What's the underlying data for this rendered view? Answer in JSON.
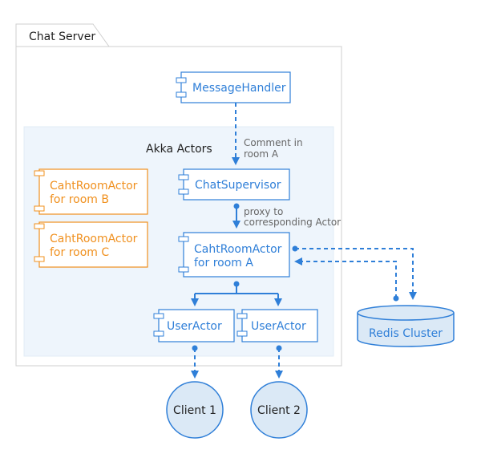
{
  "package": {
    "title": "Chat Server"
  },
  "region": {
    "title": "Akka Actors"
  },
  "components": {
    "message_handler": {
      "label": "MessageHandler"
    },
    "chat_supervisor": {
      "label": "ChatSupervisor"
    },
    "room_b": {
      "line1": "CahtRoomActor",
      "line2": "for room B"
    },
    "room_c": {
      "line1": "CahtRoomActor",
      "line2": "for room C"
    },
    "room_a": {
      "line1": "CahtRoomActor",
      "line2": "for room A"
    },
    "user_actor_1": {
      "label": "UserActor"
    },
    "user_actor_2": {
      "label": "UserActor"
    }
  },
  "nodes": {
    "client_1": {
      "label": "Client 1"
    },
    "client_2": {
      "label": "Client 2"
    },
    "redis": {
      "label": "Redis Cluster"
    }
  },
  "edge_labels": {
    "comment": {
      "line1": "Comment in",
      "line2": "room A"
    },
    "proxy": {
      "line1": "proxy to",
      "line2": "corresponding Actor"
    }
  },
  "colors": {
    "blue": "#2f7fd8",
    "orange": "#f0901e",
    "region_fill": "#eef5fc",
    "client_fill": "#dbe9f6",
    "gray_text": "#666666",
    "border": "#cfcfcf"
  }
}
